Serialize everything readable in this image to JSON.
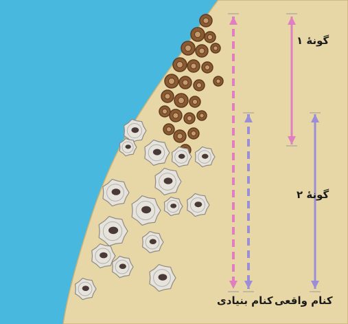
{
  "colors": {
    "water": "#49b8de",
    "rock": "#e8d7a6",
    "rock_edge": "#c9b27a",
    "species1": "#e07fc0",
    "species2": "#9b8ed6",
    "barnacle_brown": "#8a5a33",
    "barnacle_white": "#e6e2dc"
  },
  "labels": {
    "species1": "گونهٔ ۱",
    "species2": "گونهٔ ۲",
    "realized_niche": "کنام واقعی",
    "fundamental_niche": "کنام بنیادی"
  },
  "icons": {
    "brown_barnacle": "brown-barnacle-icon",
    "white_barnacle": "white-barnacle-icon"
  }
}
